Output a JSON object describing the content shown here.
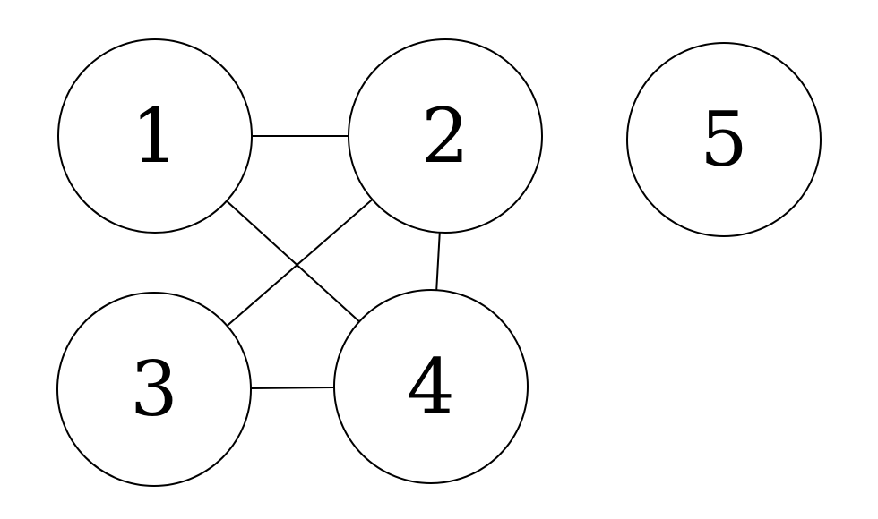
{
  "graph": {
    "nodes": [
      {
        "id": "1",
        "label": "1"
      },
      {
        "id": "2",
        "label": "2"
      },
      {
        "id": "3",
        "label": "3"
      },
      {
        "id": "4",
        "label": "4"
      },
      {
        "id": "5",
        "label": "5"
      }
    ],
    "edges": [
      {
        "from": "1",
        "to": "2"
      },
      {
        "from": "1",
        "to": "4"
      },
      {
        "from": "2",
        "to": "3"
      },
      {
        "from": "2",
        "to": "4"
      },
      {
        "from": "3",
        "to": "4"
      }
    ]
  },
  "colors": {
    "background": "#ffffff",
    "stroke": "#000000",
    "text": "#000000"
  }
}
